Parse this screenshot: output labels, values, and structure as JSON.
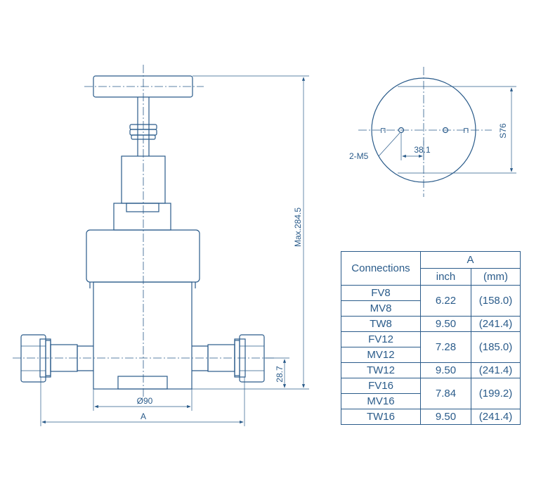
{
  "drawing": {
    "dim_height": "Max.284.5",
    "dim_port": "28.7",
    "dim_diameter": "Ø90",
    "dim_a": "A",
    "dim_s76": "S76",
    "dim_381": "38.1",
    "dim_m5": "2-M5"
  },
  "table": {
    "col_connections": "Connections",
    "col_a": "A",
    "col_inch": "inch",
    "col_mm": "(mm)",
    "groups": [
      {
        "rows": [
          "FV8",
          "MV8"
        ],
        "inch": "6.22",
        "mm": "(158.0)",
        "tw": "TW8",
        "tw_inch": "9.50",
        "tw_mm": "(241.4)"
      },
      {
        "rows": [
          "FV12",
          "MV12"
        ],
        "inch": "7.28",
        "mm": "(185.0)",
        "tw": "TW12",
        "tw_inch": "9.50",
        "tw_mm": "(241.4)"
      },
      {
        "rows": [
          "FV16",
          "MV16"
        ],
        "inch": "7.84",
        "mm": "(199.2)",
        "tw": "TW16",
        "tw_inch": "9.50",
        "tw_mm": "(241.4)"
      }
    ]
  }
}
